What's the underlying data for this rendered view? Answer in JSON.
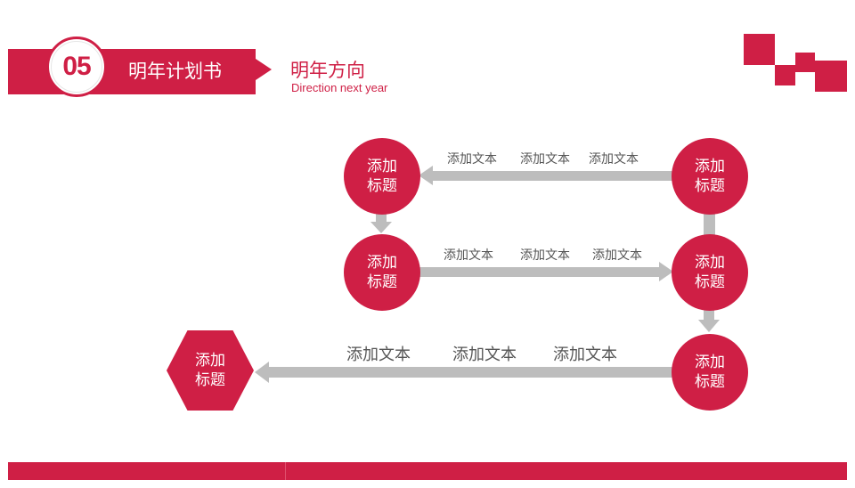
{
  "header": {
    "number": "05",
    "section_title": "明年计划书",
    "subtitle_cn": "明年方向",
    "subtitle_en": "Direction next year"
  },
  "colors": {
    "accent": "#cf1f45",
    "arrow": "#bdbdbd",
    "text": "#555555"
  },
  "nodes": [
    {
      "id": "top-left",
      "line1": "添加",
      "line2": "标题"
    },
    {
      "id": "top-right",
      "line1": "添加",
      "line2": "标题"
    },
    {
      "id": "mid-left",
      "line1": "添加",
      "line2": "标题"
    },
    {
      "id": "mid-right",
      "line1": "添加",
      "line2": "标题"
    },
    {
      "id": "bottom-right",
      "line1": "添加",
      "line2": "标题"
    },
    {
      "id": "hexagon",
      "line1": "添加",
      "line2": "标题"
    }
  ],
  "labels": {
    "row1": [
      "添加文本",
      "添加文本",
      "添加文本"
    ],
    "row2": [
      "添加文本",
      "添加文本",
      "添加文本"
    ],
    "row3": [
      "添加文本",
      "添加文本",
      "添加文本"
    ]
  }
}
